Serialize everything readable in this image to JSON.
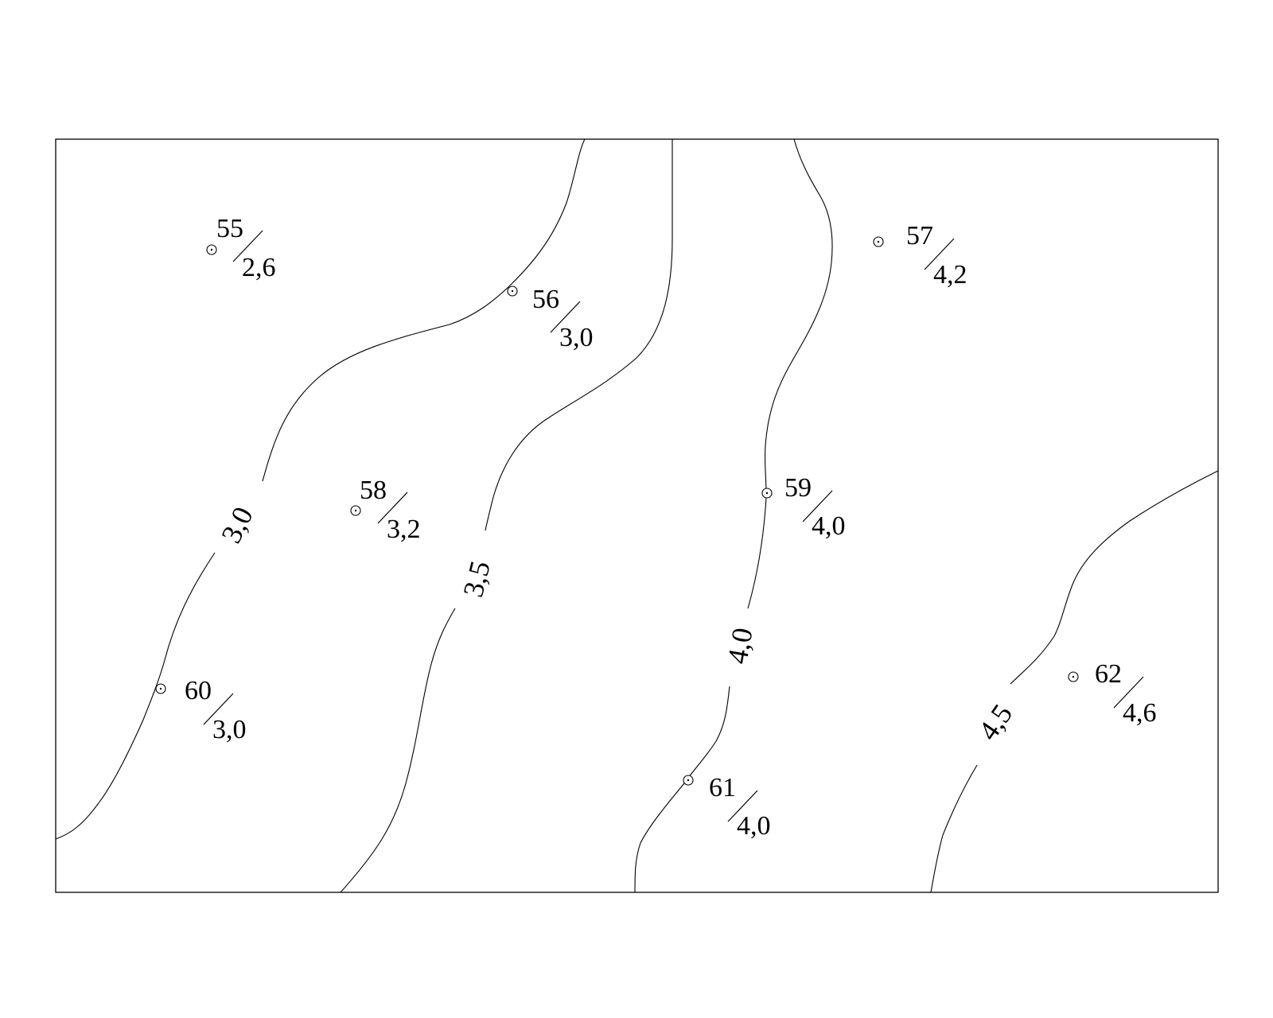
{
  "contour_labels": [
    "3,0",
    "3,5",
    "4,0",
    "4,5"
  ],
  "wells": [
    {
      "id": "55",
      "value": "2,6"
    },
    {
      "id": "56",
      "value": "3,0"
    },
    {
      "id": "57",
      "value": "4,2"
    },
    {
      "id": "58",
      "value": "3,2"
    },
    {
      "id": "59",
      "value": "4,0"
    },
    {
      "id": "60",
      "value": "3,0"
    },
    {
      "id": "61",
      "value": "4,0"
    },
    {
      "id": "62",
      "value": "4,6"
    }
  ],
  "colors": {
    "ink": "#000000",
    "background": "#ffffff"
  }
}
